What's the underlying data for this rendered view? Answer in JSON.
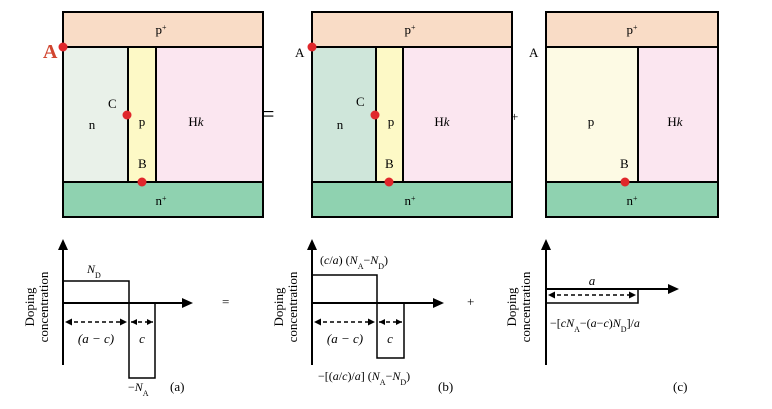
{
  "colors": {
    "p_plus": "#f9dcc6",
    "n": "#e9f1e9",
    "p": "#fdf9c6",
    "hk": "#fbe6f0",
    "n_plus": "#8fd2b0",
    "n_b": "#cfe6da",
    "p_c": "#fdfae4",
    "point": "#e0272b",
    "labelA": "#d1452f"
  },
  "symbols": {
    "equals": "=",
    "plus": "+"
  },
  "panels": {
    "a": {
      "label": "(a)",
      "regions": {
        "p_plus": "p+",
        "n": "n",
        "p": "p",
        "hk": "Hk",
        "n_plus": "n+"
      },
      "points": {
        "A": "A",
        "B": "B",
        "C": "C"
      },
      "plot": {
        "ylabel_line1": "Doping",
        "ylabel_line2": "concentration",
        "nd_label": "N_D",
        "width_left": "(a − c)",
        "width_right": "c",
        "neg_label": "−N_A"
      }
    },
    "b": {
      "label": "(b)",
      "regions": {
        "p_plus": "p+",
        "n": "n",
        "p": "p",
        "hk": "Hk",
        "n_plus": "n+"
      },
      "points": {
        "A": "A",
        "B": "B",
        "C": "C"
      },
      "plot": {
        "ylabel_line1": "Doping",
        "ylabel_line2": "concentration",
        "top_label": "(c/a) (N_A−N_D)",
        "width_left": "(a − c)",
        "width_right": "c",
        "neg_label": "−[(a/c)/a] (N_A−N_D)"
      }
    },
    "c": {
      "label": "(c)",
      "regions": {
        "p_plus": "p+",
        "p": "p",
        "hk": "Hk",
        "n_plus": "n+"
      },
      "points": {
        "A": "A",
        "B": "B"
      },
      "plot": {
        "ylabel_line1": "Doping",
        "ylabel_line2": "concentration",
        "width": "a",
        "value_label": "−[cN_A−(a−c)N_D]/a"
      }
    }
  }
}
